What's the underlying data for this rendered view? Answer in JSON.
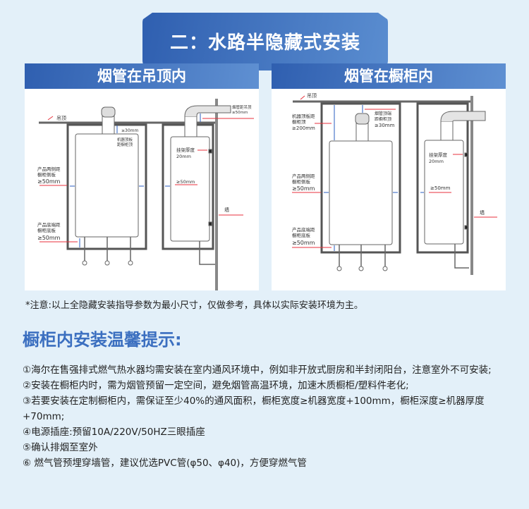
{
  "title": "二：水路半隐藏式安装",
  "panels": [
    {
      "header": "烟管在吊顶内",
      "labels": {
        "ceiling": "吊顶",
        "flue_gap": "≥30mm",
        "top_note_1": "机器顶板",
        "top_note_2": "距橱柜顶",
        "side_1": "产品两侧距",
        "side_2": "橱柜侧板",
        "side_3": "≥50mm",
        "bottom_1": "产品底端距",
        "bottom_2": "橱柜底板",
        "bottom_3": "≥50mm",
        "elbow_1": "烟管距吊顶",
        "elbow_2": "≥50mm",
        "bracket_1": "挂架厚度",
        "bracket_2": "20mm",
        "side_gap": "≥50mm",
        "wall": "墙"
      }
    },
    {
      "header": "烟管在橱柜内",
      "labels": {
        "ceiling": "吊顶",
        "top_1": "机器顶板距",
        "top_2": "橱柜顶",
        "top_3": "≥200mm",
        "flue_1": "烟管顶端",
        "flue_2": "距橱柜顶",
        "flue_3": "≥30mm",
        "side_1": "产品两侧距",
        "side_2": "橱柜侧板",
        "side_3": "≥50mm",
        "bottom_1": "产品底端距",
        "bottom_2": "橱柜底板",
        "bottom_3": "≥50mm",
        "bracket_1": "挂架厚度",
        "bracket_2": "20mm",
        "side_gap": "≥50mm",
        "wall": "墙"
      }
    }
  ],
  "note": "*注意:以上全隐藏安装指导参数为最小尺寸，仅做参考，具体以实际安装环境为主。",
  "tips_title": "橱柜内安装温馨提示:",
  "tips": [
    "①海尔在售强排式燃气热水器均需安装在室内通风环境中，例如非开放式厨房和半封闭阳台，注意室外不可安装;",
    "②安装在橱柜内时，需为烟管预留一定空间，避免烟管高温环境，加速木质橱柜/塑料件老化;",
    "③若要安装在定制橱柜内，需保证至少40%的通风面积，橱柜宽度≥机器宽度+100mm，橱柜深度≥机器厚度+70mm;",
    "④电源插座:预留10A/220V/50HZ三眼插座",
    "⑤确认排烟至室外",
    "⑥ 燃气管预埋穿墙管，建议优选PVC管(φ50、φ40)，方便穿燃气管"
  ],
  "colors": {
    "background": "#e3f0f9",
    "brand_blue": "#2f5fb0",
    "arrow_red": "#e8323c",
    "dim_blue": "#2a5cc0"
  }
}
